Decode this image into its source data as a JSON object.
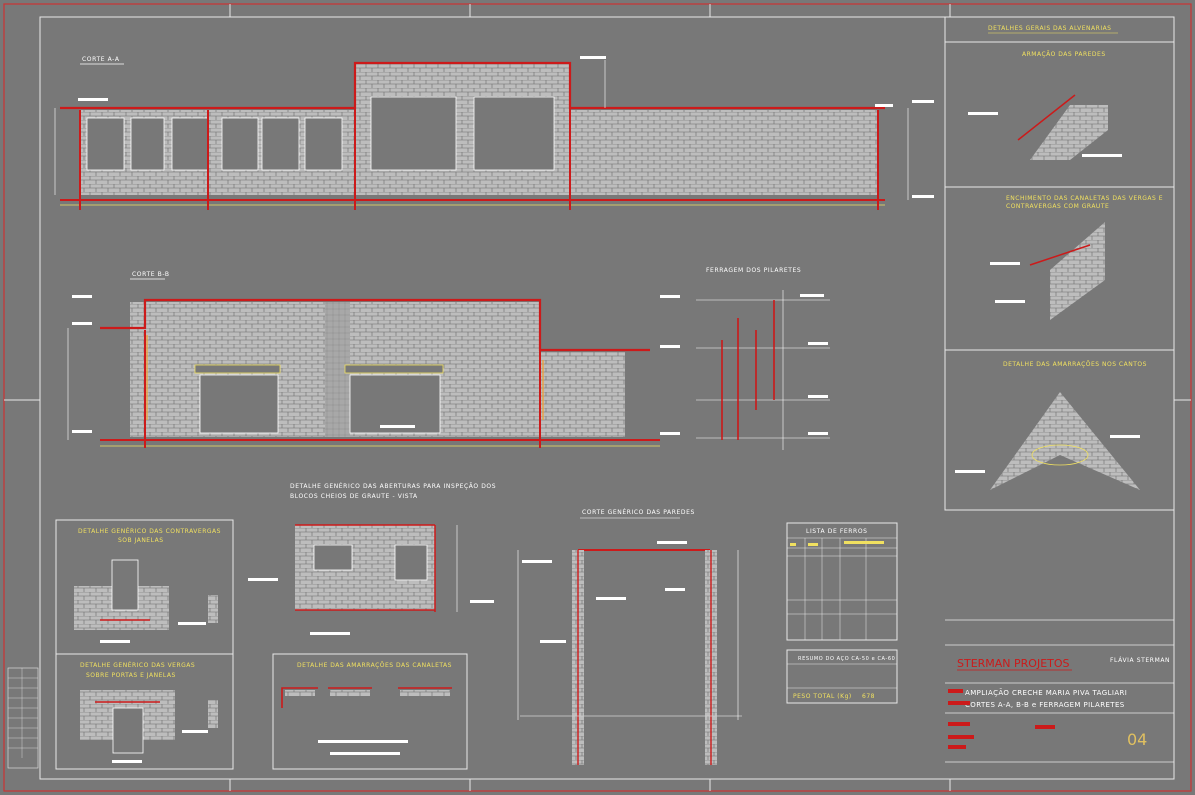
{
  "sections": {
    "corte_aa": "CORTE A-A",
    "corte_bb": "CORTE B-B",
    "ferragem_pilaretes": "FERRAGEM DOS PILARETES",
    "detalhe_aberturas_1": "DETALHE GENÉRICO DAS ABERTURAS PARA INSPEÇÃO DOS",
    "detalhe_aberturas_2": "BLOCOS CHEIOS DE GRAUTE - VISTA",
    "corte_generico": "CORTE GENÉRICO DAS PAREDES",
    "contravergas_1": "DETALHE GENÉRICO DAS CONTRAVERGAS",
    "contravergas_2": "SOB JANELAS",
    "vergas_1": "DETALHE GENÉRICO DAS VERGAS",
    "vergas_2": "SOBRE PORTAS E JANELAS",
    "amarracoes": "DETALHE DAS AMARRAÇÕES DAS CANALETAS"
  },
  "right_panel": {
    "title": "DETALHES GERAIS DAS ALVENARIAS",
    "armacao": "ARMAÇÃO DAS PAREDES",
    "enchimento_1": "ENCHIMENTO DAS CANALETAS DAS VERGAS E",
    "enchimento_2": "CONTRAVERGAS COM GRAUTE",
    "amarracao_cantos": "DETALHE DAS AMARRAÇÕES NOS CANTOS"
  },
  "tables": {
    "lista_ferros": "LISTA DE FERROS",
    "resumo": "RESUMO DO AÇO CA-50 e CA-60",
    "peso_total_label": "PESO TOTAL (Kg)",
    "peso_total_value": "678"
  },
  "title_block": {
    "company": "STERMAN PROJETOS",
    "author": "FLÁVIA STERMAN",
    "project": "AMPLIAÇÃO CRECHE MARIA PIVA TAGLIARI",
    "content": "CORTES A-A, B-B e FERRAGEM PILARETES",
    "sheet_number": "04"
  },
  "colors": {
    "background": "#787878",
    "line": "#ffffff",
    "wall": "#cc1a1a",
    "accent": "#f0e060",
    "block": "#d8d8d8"
  }
}
